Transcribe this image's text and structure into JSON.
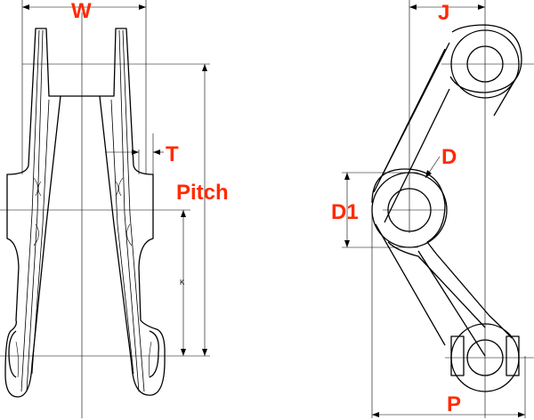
{
  "labels": {
    "w": "W",
    "t": "T",
    "pitch": "Pitch",
    "k": "K",
    "j": "J",
    "d": "D",
    "d1": "D1",
    "p": "P"
  },
  "colors": {
    "label": "#ff2a00",
    "line": "#000000",
    "background": "#ffffff"
  }
}
